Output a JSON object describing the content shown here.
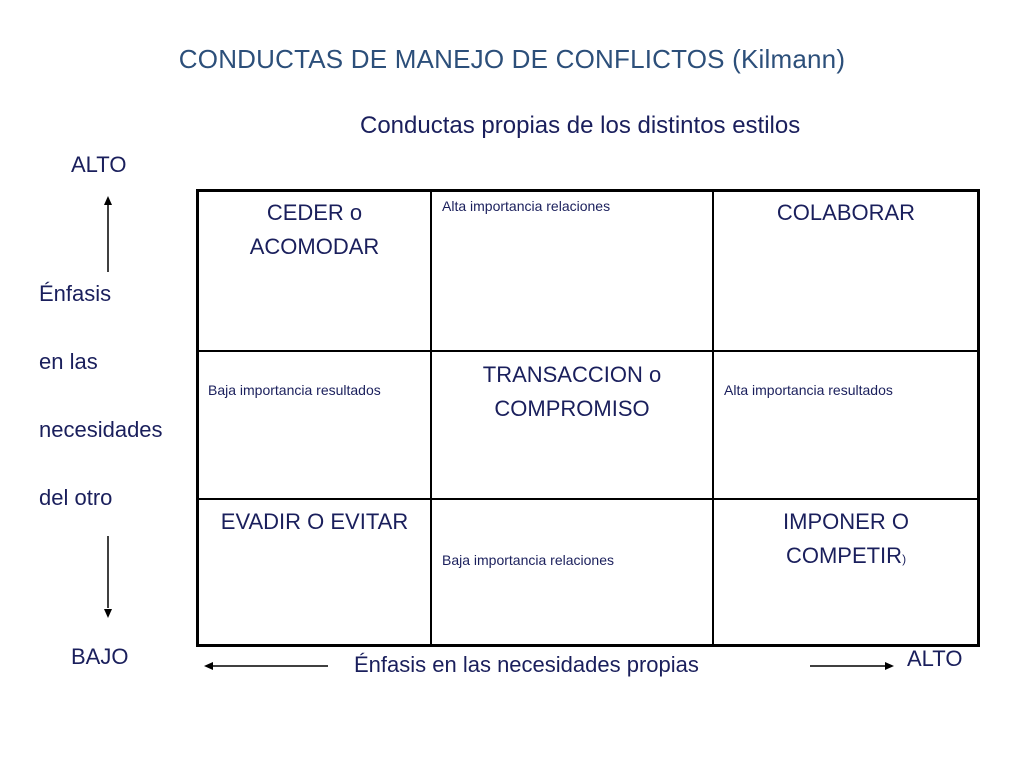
{
  "title": "CONDUCTAS DE MANEJO DE CONFLICTOS (Kilmann)",
  "subtitle": "Conductas propias de los distintos estilos",
  "y_axis": {
    "high_label": "ALTO",
    "low_label": "BAJO",
    "label_lines": [
      "Énfasis",
      "en las",
      "necesidades",
      "del otro"
    ],
    "arrow_up": "arrow-up",
    "arrow_down": "arrow-down"
  },
  "x_axis": {
    "label": "Énfasis en las necesidades propias",
    "high_label": "ALTO",
    "arrow_left": "arrow-left",
    "arrow_right": "arrow-right"
  },
  "grid": {
    "rows": [
      {
        "cells": [
          {
            "type": "style",
            "lines": [
              "CEDER o",
              "ACOMODAR"
            ]
          },
          {
            "type": "note",
            "text": "Alta importancia relaciones"
          },
          {
            "type": "style",
            "lines": [
              "COLABORAR"
            ]
          }
        ]
      },
      {
        "cells": [
          {
            "type": "note",
            "text": "Baja importancia resultados"
          },
          {
            "type": "style",
            "lines": [
              "TRANSACCION o",
              "COMPROMISO"
            ]
          },
          {
            "type": "note",
            "text": "Alta importancia resultados"
          }
        ]
      },
      {
        "cells": [
          {
            "type": "style",
            "lines": [
              "EVADIR O EVITAR"
            ]
          },
          {
            "type": "note",
            "text": "Baja importancia relaciones"
          },
          {
            "type": "style",
            "lines": [
              "IMPONER O",
              "COMPETIR"
            ],
            "suffix": ")"
          }
        ]
      }
    ]
  },
  "colors": {
    "title": "#2c4f7a",
    "text": "#1a1f5c",
    "lines": "#000000",
    "background": "#ffffff"
  }
}
